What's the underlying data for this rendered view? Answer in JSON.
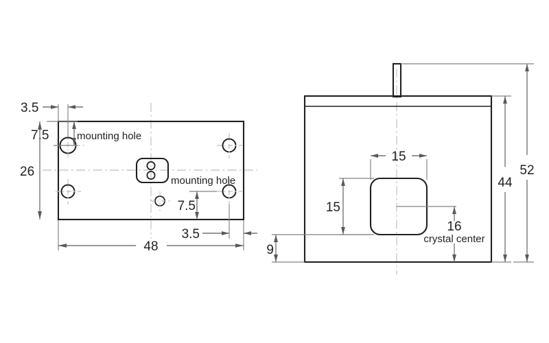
{
  "drawing": {
    "type": "mechanical-dimension-drawing",
    "units": "mm",
    "background_color": "#ffffff",
    "line_color": "#231f20",
    "dimension_color": "#58595b",
    "centerline_color": "#bcbec0",
    "views": [
      {
        "name": "front-view",
        "labels": {
          "mounting_hole_top": "mounting hole",
          "mounting_hole_right": "mounting hole"
        },
        "dimensions": {
          "left_edge_offset": "3.5",
          "top_edge_offset": "7.5",
          "height": "26",
          "width": "48",
          "bottom_right_offset": "7.5",
          "right_edge_offset": "3.5"
        }
      },
      {
        "name": "side-view",
        "labels": {
          "crystal_center": "crystal center"
        },
        "dimensions": {
          "crystal_width": "15",
          "crystal_height": "15",
          "crystal_center_height": "16",
          "base_offset": "9",
          "body_height": "44",
          "total_height": "52"
        }
      }
    ]
  }
}
